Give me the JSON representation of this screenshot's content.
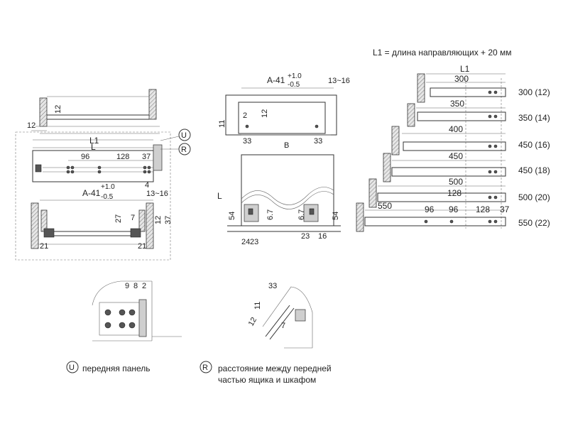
{
  "formula": "L1 = длина направляющих + 20 мм",
  "markers": {
    "front_panel": {
      "letter": "U",
      "caption": "передняя панель"
    },
    "gap": {
      "letter": "R",
      "caption_line1": "расстояние между передней",
      "caption_line2": "частью ящика и шкафом"
    }
  },
  "left_view": {
    "top_dims": [
      "12",
      "12"
    ],
    "L1": "L1",
    "L": "L",
    "holes": [
      "96",
      "128",
      "37"
    ],
    "width_plus": "+1.0",
    "width_label": "A-41",
    "width_minus": "-0.5",
    "gap_range": "13~16",
    "dim_4": "4",
    "dim_7": "7",
    "dim_27": "27",
    "dim_12": "12",
    "dim_37": "37",
    "dim_21a": "21",
    "dim_21b": "21"
  },
  "middle_view": {
    "width_label": "A-41",
    "width_plus": "+1.0",
    "width_minus": "-0.5",
    "gap_range": "13~16",
    "dim_11": "11",
    "dim_2": "2",
    "dim_12": "12",
    "dim_33a": "33",
    "dim_33b": "33",
    "dim_B": "B",
    "dim_L": "L",
    "dim_54a": "54",
    "dim_67a": "6.7",
    "dim_67b": "6.7",
    "dim_54b": "54",
    "dim_24": "24",
    "dim_23a": "23",
    "dim_23b": "23",
    "dim_16": "16"
  },
  "right_view": {
    "L1": "L1",
    "rows": [
      {
        "length": "300",
        "label": "300 (12)"
      },
      {
        "length": "350",
        "label": "350 (14)"
      },
      {
        "length": "400",
        "label": "450 (16)"
      },
      {
        "length": "450",
        "label": "450 (18)"
      },
      {
        "length": "500",
        "label": "500 (20)"
      },
      {
        "length": "550",
        "label": "550 (22)"
      }
    ],
    "dim_128": "128",
    "bottom_holes": [
      "96",
      "96",
      "128",
      "37"
    ]
  },
  "detail_left": {
    "dims": [
      "9",
      "8",
      "2"
    ]
  },
  "detail_right": {
    "dim_33": "33",
    "dim_11": "11",
    "dim_12": "12",
    "dim_7": "7"
  }
}
